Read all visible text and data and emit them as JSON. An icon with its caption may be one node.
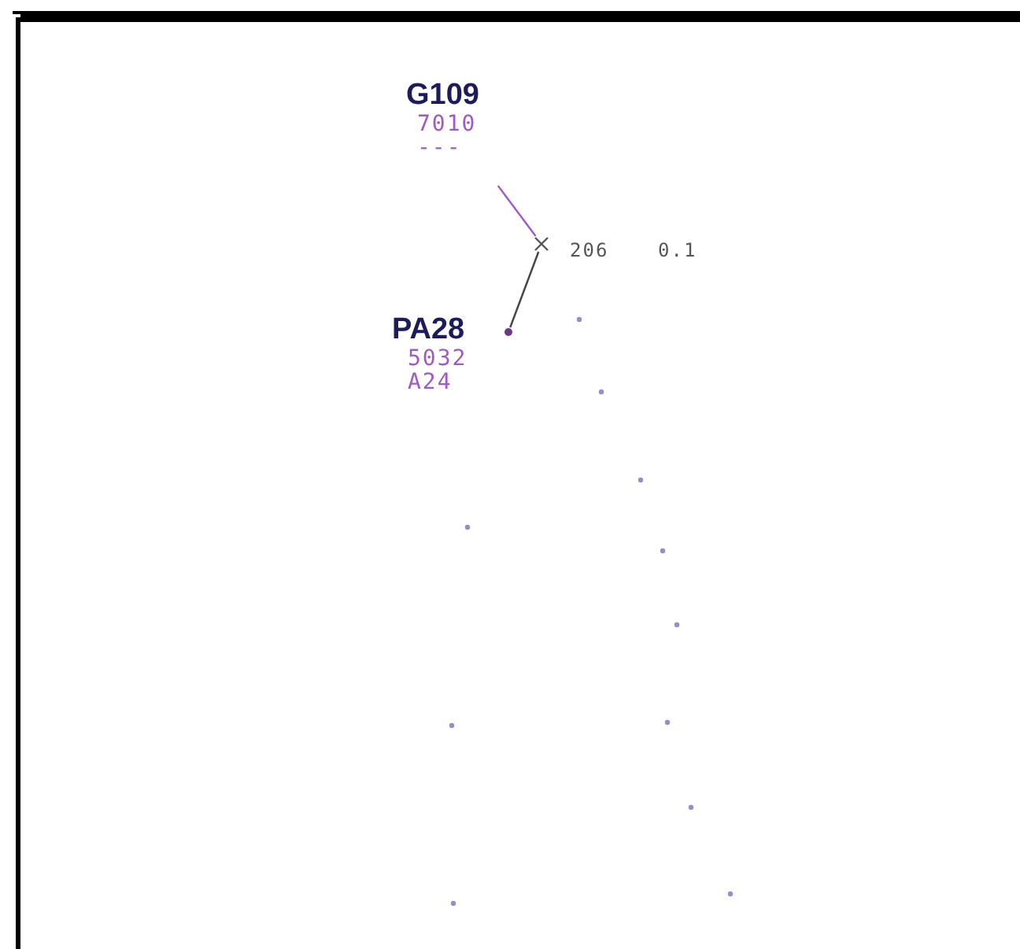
{
  "diagram": {
    "nodes": [
      {
        "text": [
          "G109",
          "7010",
          "---"
        ]
      },
      {
        "text": [],
        "shape": "cross",
        "beside": [
          "206",
          "0.1"
        ]
      },
      {
        "text": [
          "PA28",
          "5032",
          "A24"
        ]
      },
      {
        "text": [],
        "shape": "circle"
      }
    ],
    "edges": [
      {
        "from": 0,
        "to": 1,
        "arrow": "none",
        "color": "#a05ac8"
      },
      {
        "from": 1,
        "to": 3,
        "arrow": "none",
        "color": "#444444"
      }
    ]
  }
}
